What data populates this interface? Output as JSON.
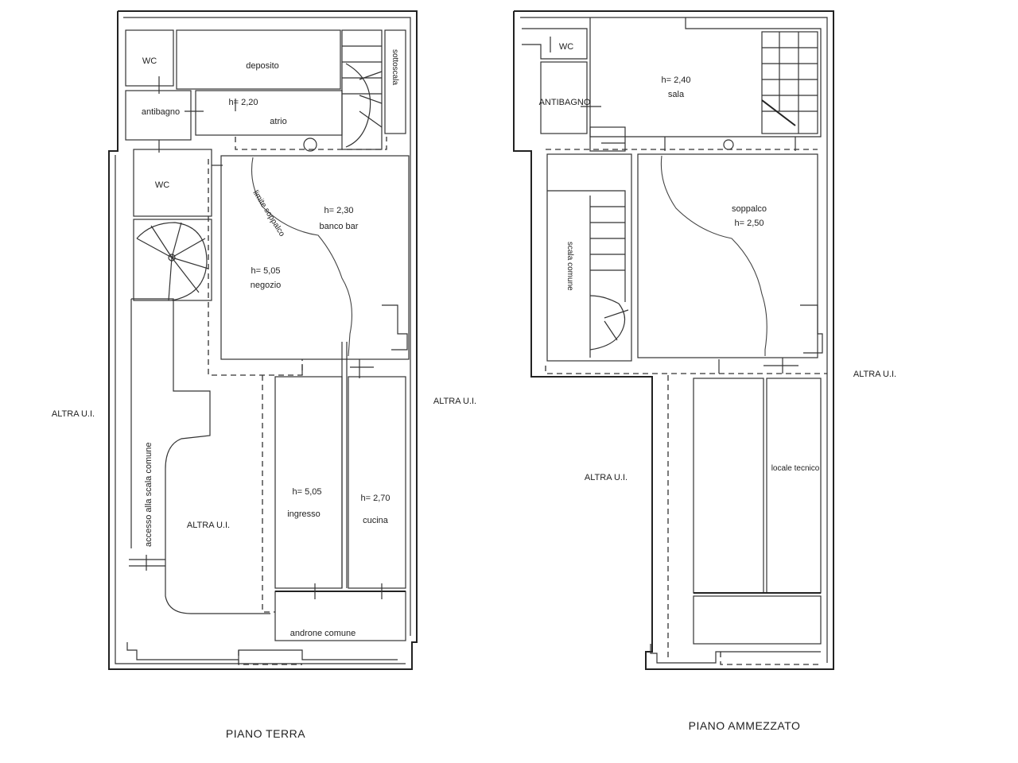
{
  "ground_floor": {
    "title": "PIANO TERRA",
    "rooms": {
      "wc_top": "WC",
      "deposito": "deposito",
      "sottoscala": "sottoscala",
      "antibagno": "antibagno",
      "atrio_h": "h= 2,20",
      "atrio": "atrio",
      "wc_mid": "WC",
      "bar_h": "h= 2,30",
      "banco_bar": "banco bar",
      "soppalco_edge": "limite soppalco",
      "negozio_h": "h= 5,05",
      "negozio": "negozio",
      "access_label": "accesso alla scala comune",
      "altra_inner": "ALTRA U.I.",
      "ingresso_h": "h= 5,05",
      "ingresso": "ingresso",
      "cucina_h": "h= 2,70",
      "cucina": "cucina",
      "androne": "androne comune",
      "altra_left": "ALTRA U.I.",
      "altra_right": "ALTRA U.I."
    }
  },
  "mezzanine": {
    "title": "PIANO   AMMEZZATO",
    "rooms": {
      "wc": "WC",
      "sala_h": "h= 2,40",
      "sala": "sala",
      "antibagno": "ANTIBAGNO",
      "soppalco": "soppalco",
      "soppalco_h": "h= 2,50",
      "scala_comune": "scala comune",
      "altra_right": "ALTRA U.I.",
      "altra_center": "ALTRA U.I.",
      "locale_tecnico": "locale tecnico"
    }
  },
  "colors": {
    "line": "#222222",
    "background": "#ffffff"
  }
}
